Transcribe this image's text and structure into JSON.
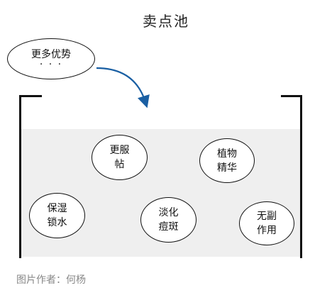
{
  "title": "卖点池",
  "bubble": {
    "label": "更多优势",
    "dots": "· · ·"
  },
  "items": [
    {
      "line1": "更服",
      "line2": "帖"
    },
    {
      "line1": "植物",
      "line2": "精华"
    },
    {
      "line1": "保湿",
      "line2": "锁水"
    },
    {
      "line1": "淡化",
      "line2": "痘斑"
    },
    {
      "line1": "无副",
      "line2": "作用"
    }
  ],
  "caption": "图片作者：何杨",
  "colors": {
    "arrow": "#1a5fa3",
    "pool": "#efefef",
    "stroke": "#111111"
  },
  "icons": {
    "arrow": "curved-arrow-icon"
  }
}
